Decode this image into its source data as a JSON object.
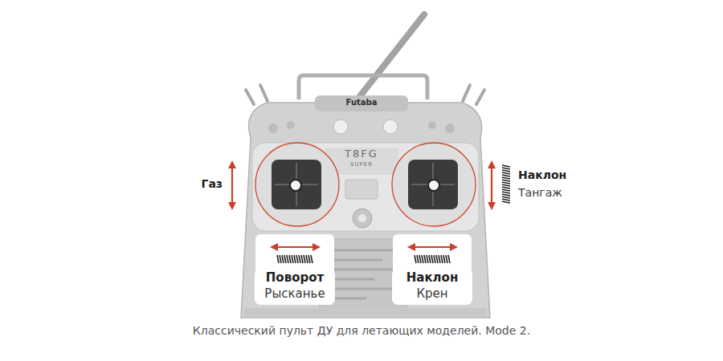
{
  "diagram": {
    "caption": "Классический пульт ДУ для летающих моделей. Mode 2.",
    "nodes": [
      {
        "text": [
          "Поворот",
          "Рысканье"
        ]
      },
      {
        "text": [
          "Наклон",
          "Крен"
        ]
      }
    ],
    "labels": [
      "Газ",
      "Наклон",
      "Тангаж",
      "Futaba",
      "T8FG",
      "SUPER"
    ]
  }
}
